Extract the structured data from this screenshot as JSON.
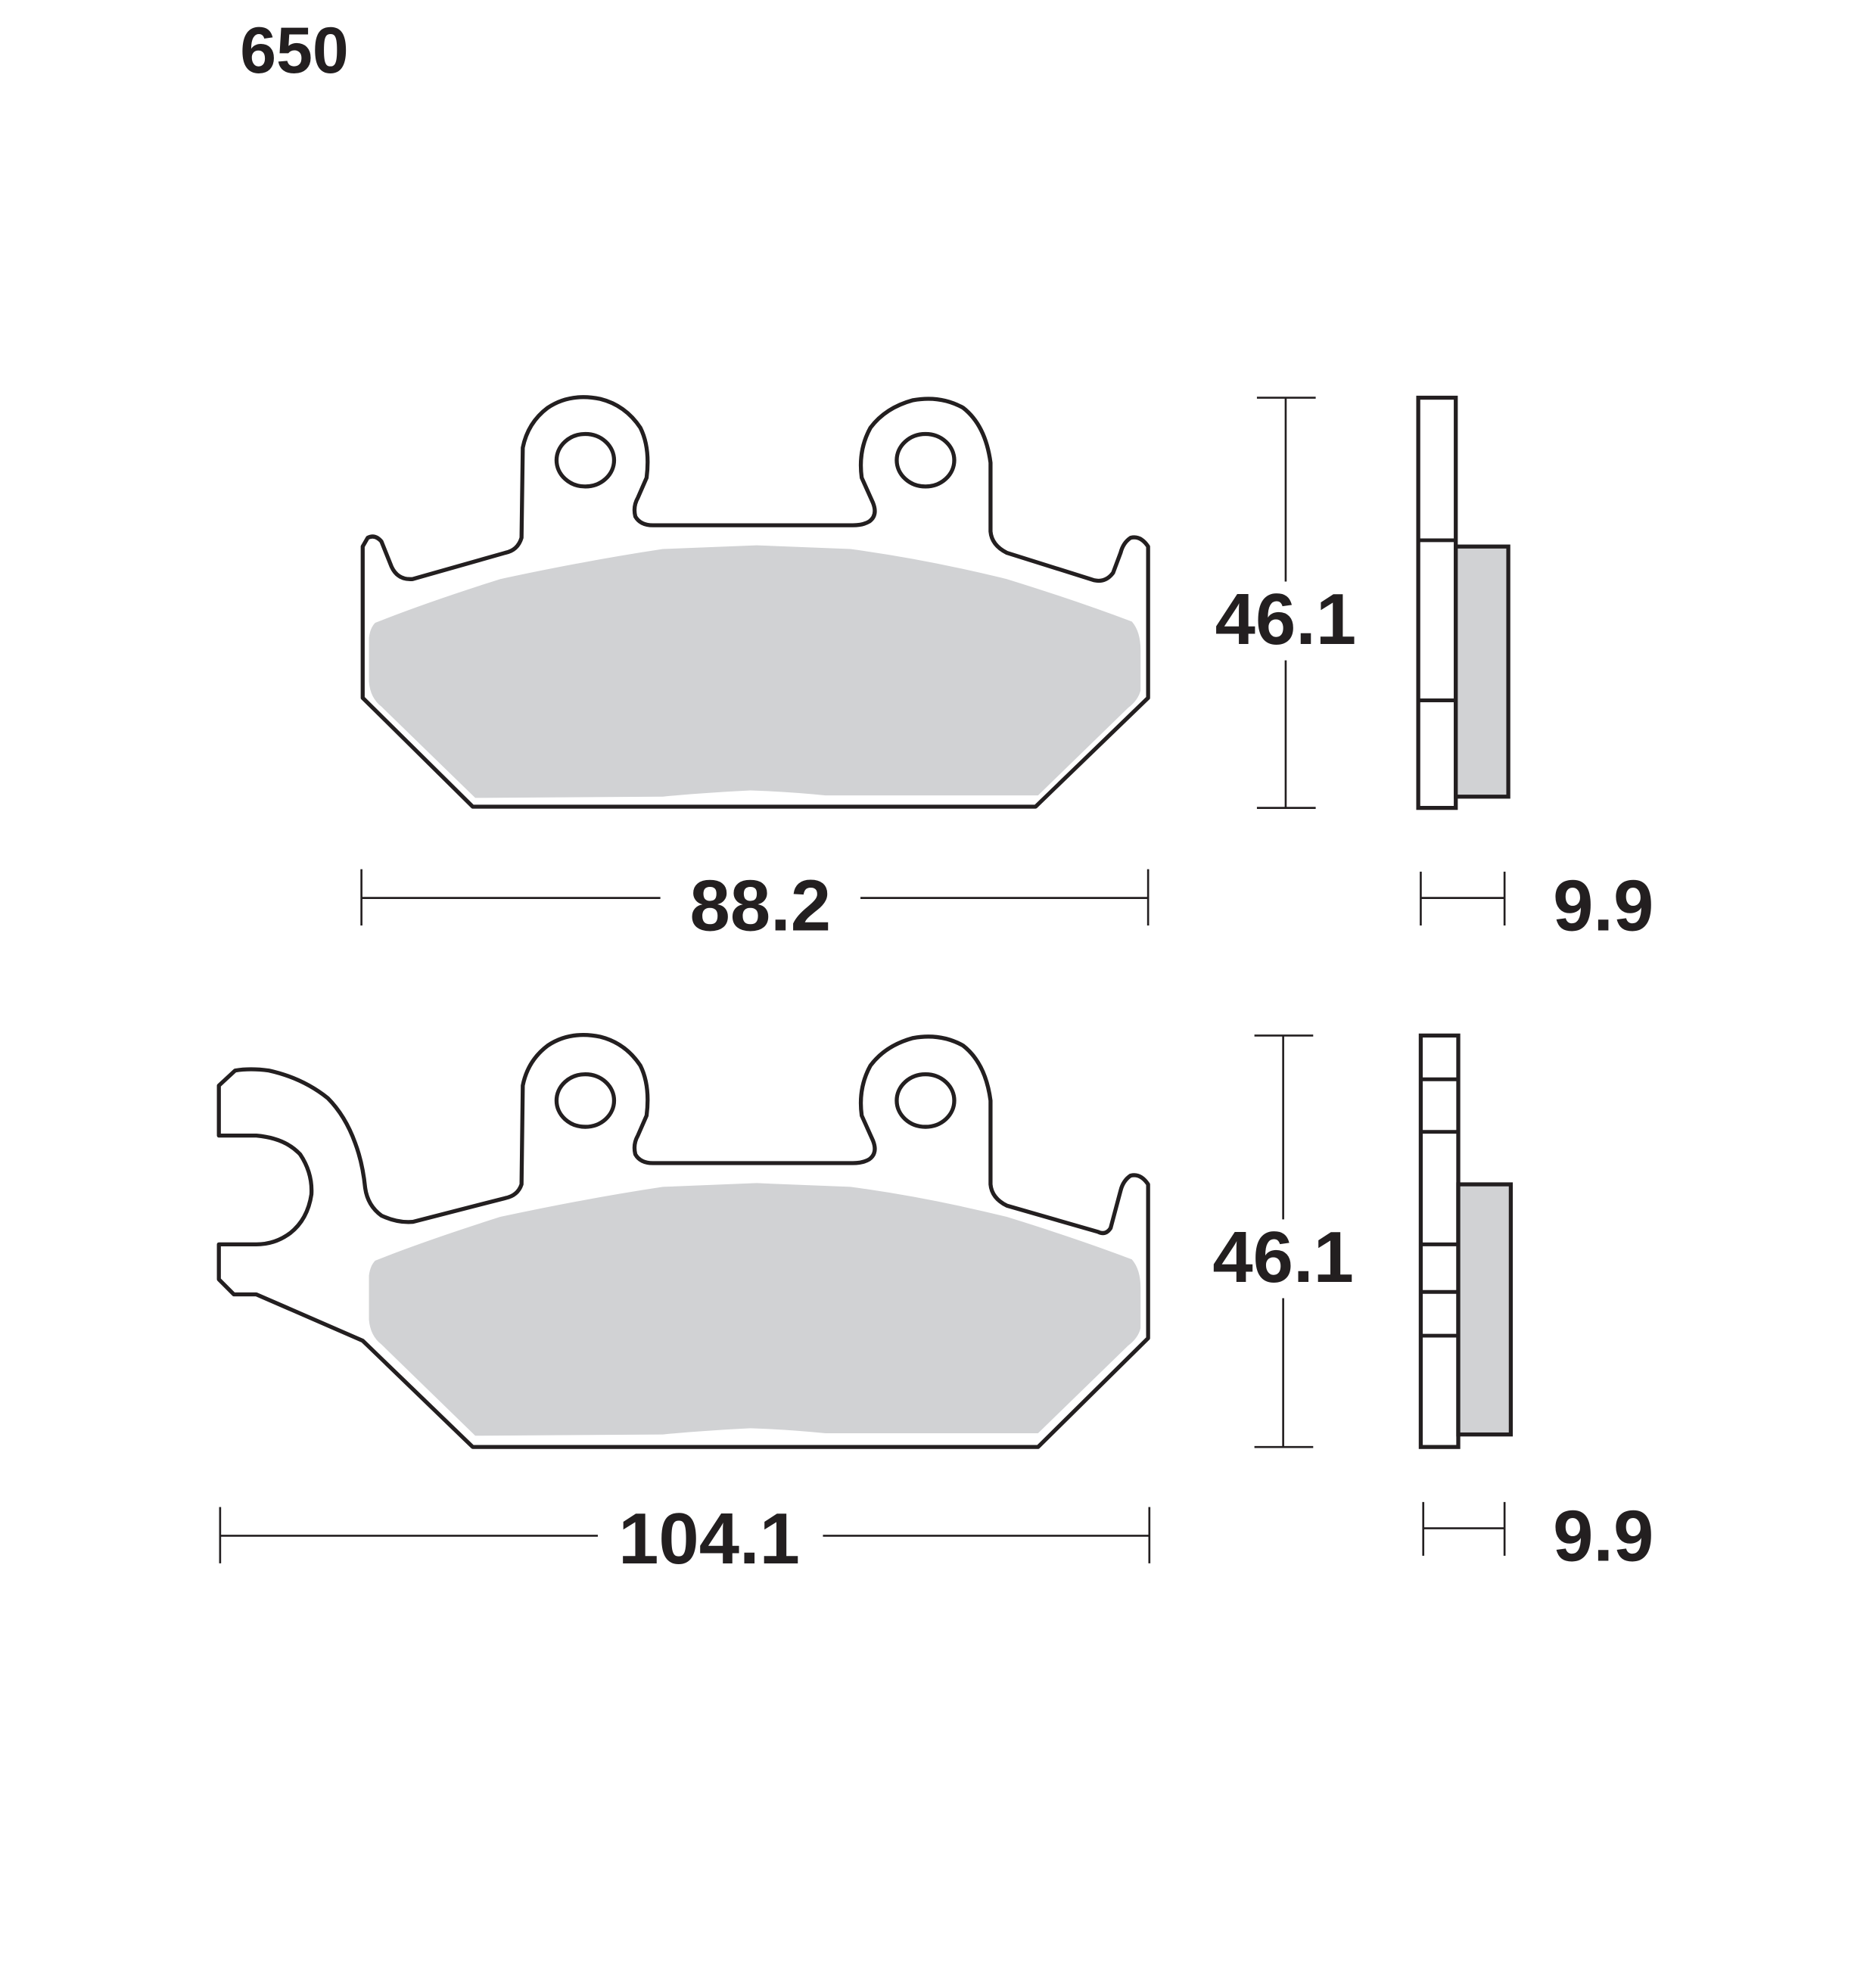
{
  "part_number": "650",
  "pads": [
    {
      "name": "pad-1",
      "height": "46.1",
      "width": "88.2",
      "thickness": "9.9"
    },
    {
      "name": "pad-2",
      "height": "46.1",
      "width": "104.1",
      "thickness": "9.9"
    }
  ],
  "colors": {
    "outline": "#231f20",
    "friction": "#d1d2d4"
  }
}
